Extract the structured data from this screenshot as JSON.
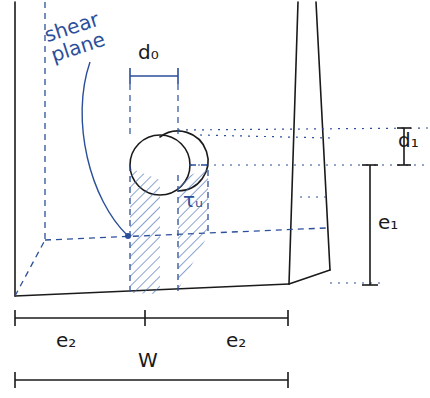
{
  "diagram": {
    "labels": [
      "shear plane",
      "d₀",
      "d₁",
      "e₁",
      "τᵤ",
      "e₂",
      "e₂",
      "W"
    ]
  }
}
